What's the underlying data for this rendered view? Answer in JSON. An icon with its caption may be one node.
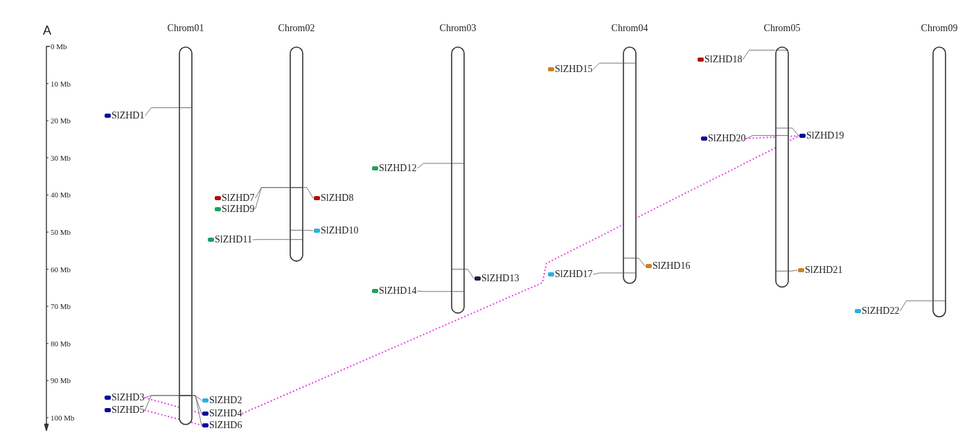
{
  "diagram": {
    "nodes": [
      {
        "text": [
          "Chrom01"
        ]
      },
      {
        "text": [
          "Chrom02"
        ]
      },
      {
        "text": [
          "Chrom03"
        ]
      },
      {
        "text": [
          "Chrom04"
        ]
      },
      {
        "text": [
          "Chrom05"
        ]
      },
      {
        "text": [
          "Chrom09"
        ]
      },
      {
        "text": [
          "SlZHD1"
        ]
      },
      {
        "text": [
          "SlZHD2"
        ]
      },
      {
        "text": [
          "SlZHD3"
        ]
      },
      {
        "text": [
          "SlZHD4"
        ]
      },
      {
        "text": [
          "SlZHD5"
        ]
      },
      {
        "text": [
          "SlZHD6"
        ]
      },
      {
        "text": [
          "SlZHD7"
        ]
      },
      {
        "text": [
          "SlZHD8"
        ]
      },
      {
        "text": [
          "SlZHD9"
        ]
      },
      {
        "text": [
          "SlZHD10"
        ]
      },
      {
        "text": [
          "SlZHD11"
        ]
      },
      {
        "text": [
          "SlZHD12"
        ]
      },
      {
        "text": [
          "SlZHD13"
        ]
      },
      {
        "text": [
          "SlZHD14"
        ]
      },
      {
        "text": [
          "SlZHD15"
        ]
      },
      {
        "text": [
          "SlZHD16"
        ]
      },
      {
        "text": [
          "SlZHD17"
        ]
      },
      {
        "text": [
          "SlZHD18"
        ]
      },
      {
        "text": [
          "SlZHD19"
        ]
      },
      {
        "text": [
          "SlZHD20"
        ]
      },
      {
        "text": [
          "SlZHD21"
        ]
      },
      {
        "text": [
          "SlZHD22"
        ]
      }
    ],
    "edges": [
      {
        "from": 6,
        "to": 0,
        "arrow": "none"
      },
      {
        "from": 7,
        "to": 0,
        "arrow": "none"
      },
      {
        "from": 8,
        "to": 0,
        "arrow": "none"
      },
      {
        "from": 9,
        "to": 0,
        "arrow": "none"
      },
      {
        "from": 10,
        "to": 0,
        "arrow": "none"
      },
      {
        "from": 11,
        "to": 0,
        "arrow": "none"
      },
      {
        "from": 12,
        "to": 1,
        "arrow": "none"
      },
      {
        "from": 13,
        "to": 1,
        "arrow": "none"
      },
      {
        "from": 14,
        "to": 1,
        "arrow": "none"
      },
      {
        "from": 15,
        "to": 1,
        "arrow": "none"
      },
      {
        "from": 16,
        "to": 1,
        "arrow": "none"
      },
      {
        "from": 17,
        "to": 2,
        "arrow": "none"
      },
      {
        "from": 18,
        "to": 2,
        "arrow": "none"
      },
      {
        "from": 19,
        "to": 2,
        "arrow": "none"
      },
      {
        "from": 20,
        "to": 3,
        "arrow": "none"
      },
      {
        "from": 21,
        "to": 3,
        "arrow": "none"
      },
      {
        "from": 22,
        "to": 3,
        "arrow": "none"
      },
      {
        "from": 23,
        "to": 4,
        "arrow": "none"
      },
      {
        "from": 24,
        "to": 4,
        "arrow": "none"
      },
      {
        "from": 25,
        "to": 4,
        "arrow": "none"
      },
      {
        "from": 26,
        "to": 4,
        "arrow": "none"
      },
      {
        "from": 27,
        "to": 5,
        "arrow": "none"
      },
      {
        "from": 8,
        "to": 9,
        "arrow": "none",
        "style": "dashed",
        "color": "#e040e0"
      },
      {
        "from": 10,
        "to": 11,
        "arrow": "none",
        "style": "dashed",
        "color": "#e040e0"
      },
      {
        "from": 9,
        "to": 24,
        "arrow": "none",
        "style": "dashed",
        "color": "#e040e0"
      },
      {
        "from": 25,
        "to": 24,
        "arrow": "none",
        "style": "dashed",
        "color": "#e040e0"
      }
    ],
    "labels": [
      "A",
      "0 Mb",
      "10 Mb",
      "20 Mb",
      "30 Mb",
      "40 Mb",
      "50 Mb",
      "60 Mb",
      "70 Mb",
      "80 Mb",
      "90 Mb",
      "100 Mb"
    ]
  }
}
